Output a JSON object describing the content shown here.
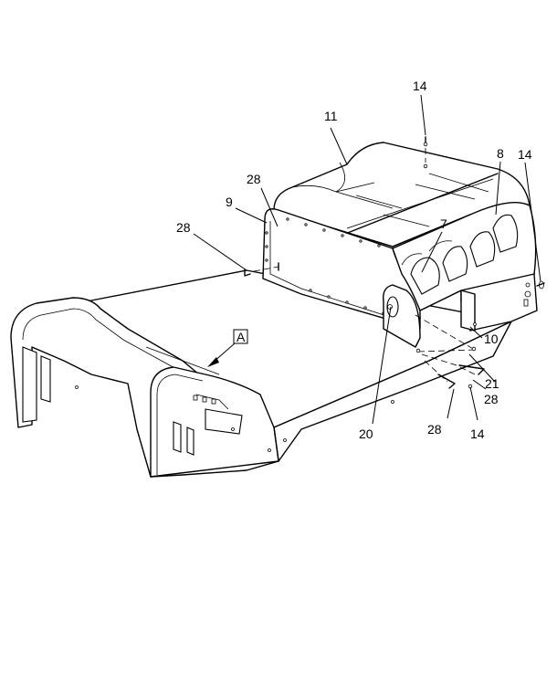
{
  "callouts": [
    {
      "id": "c11",
      "text": "11"
    },
    {
      "id": "c14a",
      "text": "14"
    },
    {
      "id": "c8",
      "text": "8"
    },
    {
      "id": "c14b",
      "text": "14"
    },
    {
      "id": "c28a",
      "text": "28"
    },
    {
      "id": "c9",
      "text": "9"
    },
    {
      "id": "c7",
      "text": "7"
    },
    {
      "id": "c28b",
      "text": "28"
    },
    {
      "id": "c10",
      "text": "10"
    },
    {
      "id": "c21",
      "text": "21"
    },
    {
      "id": "c28c",
      "text": "28"
    },
    {
      "id": "c20",
      "text": "20"
    },
    {
      "id": "c28d",
      "text": "28"
    },
    {
      "id": "c14c",
      "text": "14"
    }
  ],
  "view_label": "A"
}
